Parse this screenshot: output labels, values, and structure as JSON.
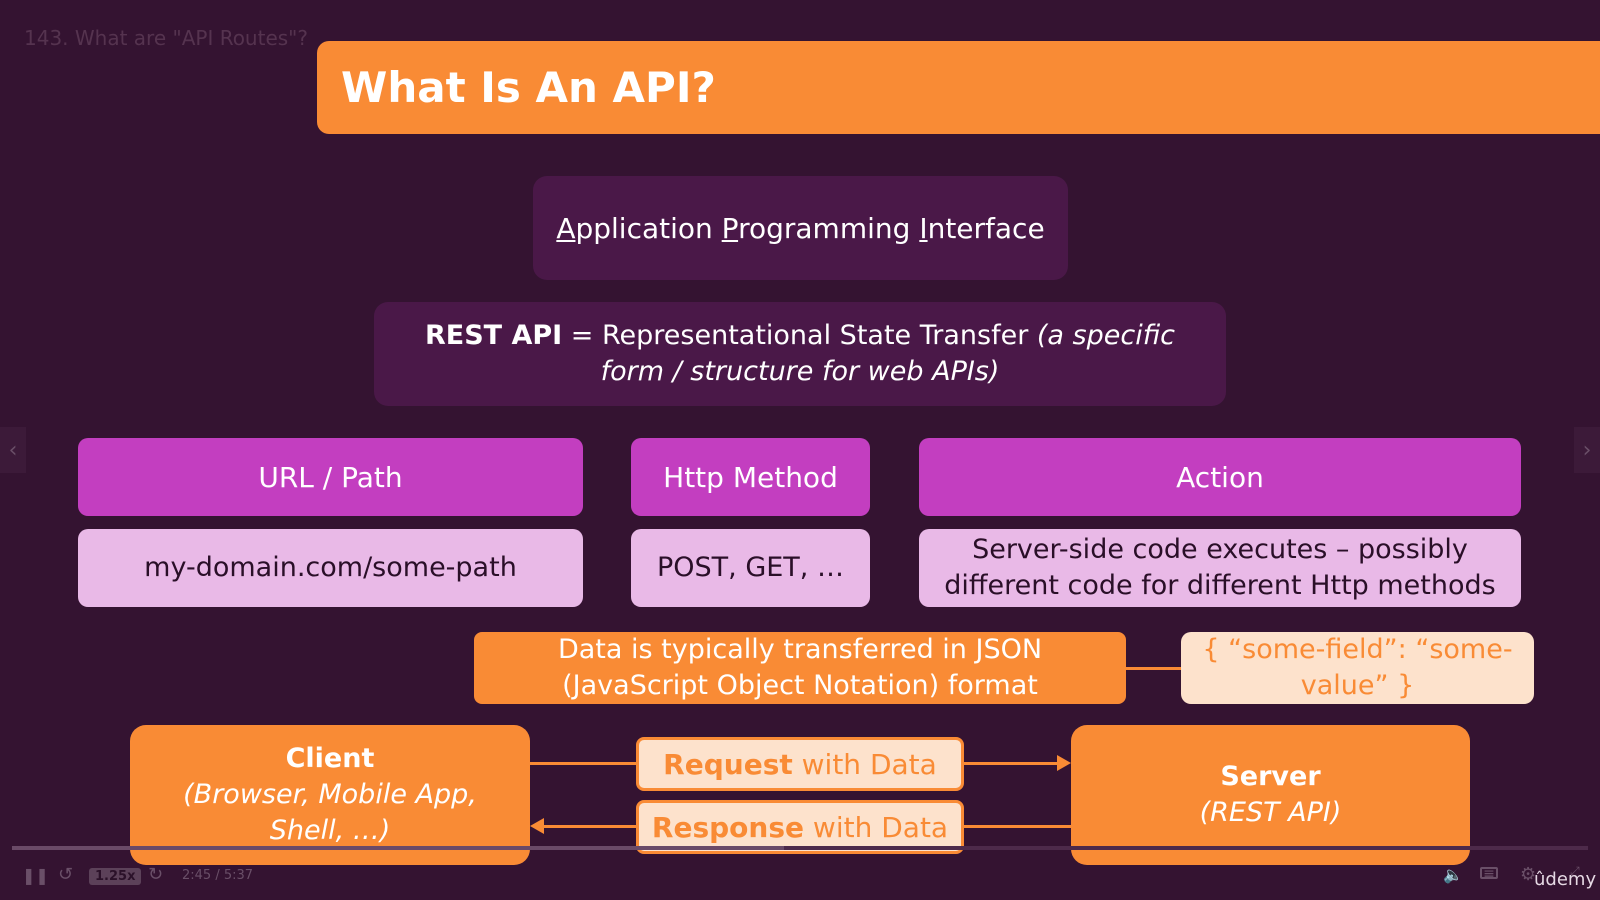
{
  "lecture": {
    "title": "143. What are \"API Routes\"?"
  },
  "slide": {
    "title": "What Is An API?",
    "api_expansion": {
      "a_letter": "A",
      "a_rest": "pplication ",
      "p_letter": "P",
      "p_rest": "rogramming ",
      "i_letter": "I",
      "i_rest": "nterface"
    },
    "rest": {
      "term": "REST API",
      "definition": " = Representational State Transfer ",
      "note_line1": "(a specific",
      "note_line2": "form / structure for web APIs)"
    },
    "columns": [
      {
        "header": "URL / Path",
        "value_line1": "my-domain.com/some-path",
        "value_line2": ""
      },
      {
        "header": "Http Method",
        "value_line1": "POST, GET, …",
        "value_line2": ""
      },
      {
        "header": "Action",
        "value_line1": "Server-side code executes – possibly",
        "value_line2": "different code for different Http methods"
      }
    ],
    "json": {
      "line1": "Data is typically transferred in JSON",
      "line2": "(JavaScript Object Notation) format",
      "example_line1": "{ “some-field”: “some-",
      "example_line2": "value” }"
    },
    "client": {
      "title": "Client",
      "line1": "(Browser, Mobile App,",
      "line2": "Shell, …)"
    },
    "server": {
      "title": "Server",
      "subtitle": "(REST API)"
    },
    "request": {
      "bold": "Request",
      "rest": " with Data"
    },
    "response": {
      "bold": "Response",
      "rest": " with Data"
    }
  },
  "player": {
    "speed": "1.25x",
    "time": "2:45 / 5:37",
    "progress_fraction": 0.49,
    "brand": "ûdemy",
    "icons": [
      "pause-icon",
      "rewind-icon",
      "forward-icon",
      "volume-icon",
      "captions-icon",
      "settings-icon",
      "expand-icon",
      "prev-arrow-icon",
      "next-arrow-icon"
    ]
  },
  "colors": {
    "background": "#341331",
    "accent_orange": "#f98b35",
    "panel_purple": "#4a1848",
    "header_magenta": "#c33ec0",
    "cell_pink": "#e9b9e7",
    "light_peach": "#fde2cc"
  }
}
